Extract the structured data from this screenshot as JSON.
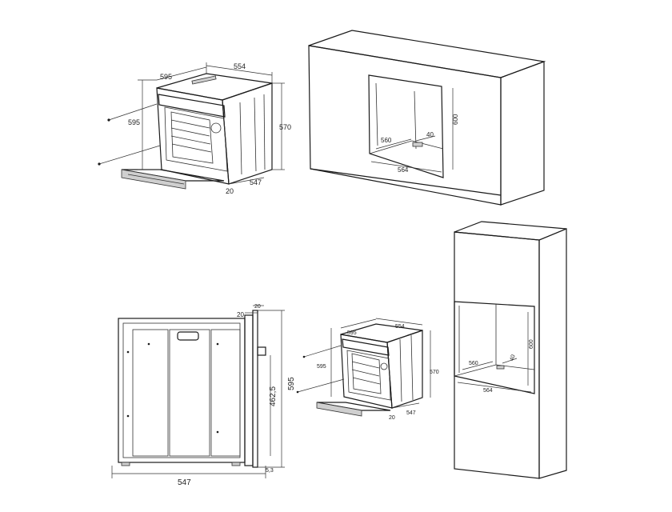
{
  "oven_iso_top": {
    "width": "554",
    "front_width": "595",
    "front_height": "595",
    "height": "570",
    "door_gap": "20",
    "depth": "547"
  },
  "cabinet_under_counter": {
    "niche_height": "600",
    "niche_depth": "560",
    "vent_gap": "40",
    "niche_width": "564"
  },
  "oven_side_view": {
    "top_offset": "20",
    "top_small": "20",
    "front_height": "595",
    "inner_height": "462,5",
    "bottom_small": "5,3",
    "depth": "547"
  },
  "oven_iso_bottom": {
    "width": "554",
    "front_width": "595",
    "front_height": "595",
    "height": "570",
    "door_gap": "20",
    "depth": "547"
  },
  "cabinet_tall": {
    "niche_height": "600",
    "niche_depth": "560",
    "vent_gap": "40",
    "niche_width": "564"
  }
}
